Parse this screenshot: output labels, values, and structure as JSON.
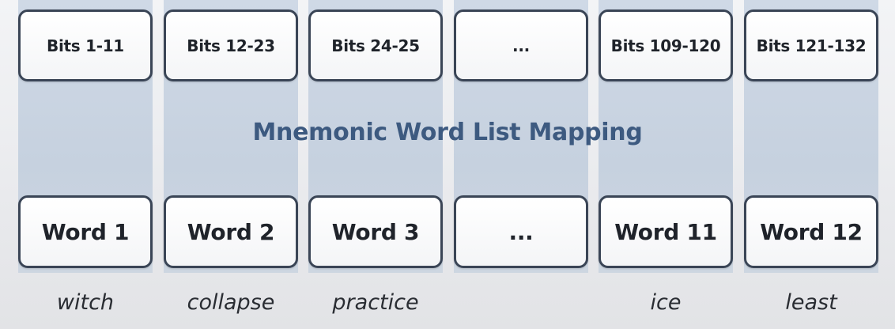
{
  "title": "Mnemonic Word List Mapping",
  "columns": [
    {
      "bits": "Bits 1-11",
      "word": "Word 1",
      "example": "witch"
    },
    {
      "bits": "Bits 12-23",
      "word": "Word 2",
      "example": "collapse"
    },
    {
      "bits": "Bits 24-25",
      "word": "Word 3",
      "example": "practice"
    },
    {
      "bits": "...",
      "word": "...",
      "example": ""
    },
    {
      "bits": "Bits 109-120",
      "word": "Word 11",
      "example": "ice"
    },
    {
      "bits": "Bits 121-132",
      "word": "Word 12",
      "example": "least"
    }
  ]
}
